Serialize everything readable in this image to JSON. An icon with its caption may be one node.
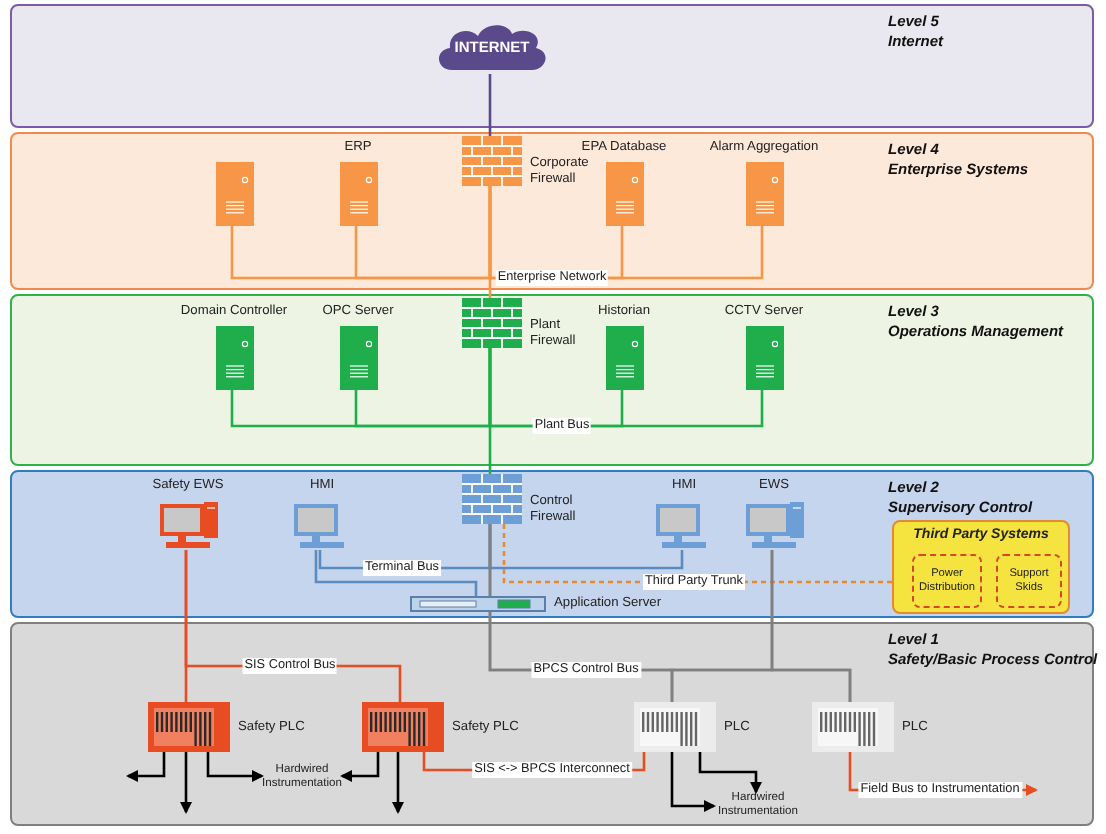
{
  "diagram": {
    "nodes": [
      {
        "text": [
          "Level 5",
          "Internet"
        ]
      },
      {
        "text": [
          "INTERNET"
        ],
        "in": 0
      },
      {
        "text": [
          "Level 4",
          "Enterprise Systems"
        ]
      },
      {
        "text": [],
        "shape": "server",
        "in": 2
      },
      {
        "text": [
          "ERP"
        ],
        "in": 2
      },
      {
        "text": [
          "Corporate Firewall"
        ],
        "in": 2
      },
      {
        "text": [
          "EPA Database"
        ],
        "in": 2
      },
      {
        "text": [
          "Alarm Aggregation"
        ],
        "in": 2
      },
      {
        "text": [
          "Level 3",
          "Operations Management"
        ]
      },
      {
        "text": [
          "Domain Controller"
        ],
        "in": 8
      },
      {
        "text": [
          "OPC Server"
        ],
        "in": 8
      },
      {
        "text": [
          "Plant Firewall"
        ],
        "in": 8
      },
      {
        "text": [
          "Historian"
        ],
        "in": 8
      },
      {
        "text": [
          "CCTV Server"
        ],
        "in": 8
      },
      {
        "text": [
          "Level 2",
          "Supervisory Control"
        ]
      },
      {
        "text": [
          "Safety EWS"
        ],
        "in": 14
      },
      {
        "text": [
          "HMI"
        ],
        "in": 14
      },
      {
        "text": [
          "Control Firewall"
        ],
        "in": 14
      },
      {
        "text": [
          "HMI"
        ],
        "in": 14
      },
      {
        "text": [
          "EWS"
        ],
        "in": 14
      },
      {
        "text": [
          "Third Party Systems"
        ],
        "in": 14
      },
      {
        "text": [
          "Power Distribution"
        ],
        "in": 20
      },
      {
        "text": [
          "Support Skids"
        ],
        "in": 20
      },
      {
        "text": [
          "Application Server"
        ],
        "in": 14
      },
      {
        "text": [
          "Level 1",
          "Safety/Basic Process Control"
        ]
      },
      {
        "text": [
          "Safety PLC"
        ],
        "in": 24
      },
      {
        "text": [
          "Safety PLC"
        ],
        "in": 24
      },
      {
        "text": [
          "PLC"
        ],
        "in": 24
      },
      {
        "text": [
          "PLC"
        ],
        "in": 24
      },
      {
        "text": [
          "Hardwired Instrumentation"
        ],
        "in": 24
      },
      {
        "text": [
          "Hardwired Instrumentation"
        ],
        "in": 24
      }
    ],
    "edges": [
      {
        "from": 1,
        "to": 5,
        "arrow": "none",
        "color": "#5b4a8b"
      },
      {
        "from": 3,
        "to": 5,
        "arrow": "none",
        "color": "#f79646"
      },
      {
        "from": 4,
        "to": 5,
        "arrow": "none",
        "color": "#f79646"
      },
      {
        "from": 6,
        "to": 5,
        "arrow": "none",
        "color": "#f79646",
        "label": "Enterprise Network"
      },
      {
        "from": 7,
        "to": 5,
        "arrow": "none",
        "color": "#f79646"
      },
      {
        "from": 5,
        "to": 11,
        "arrow": "none",
        "color": "#f79646"
      },
      {
        "from": 9,
        "to": 11,
        "arrow": "none",
        "color": "#1fae4b"
      },
      {
        "from": 10,
        "to": 11,
        "arrow": "none",
        "color": "#1fae4b"
      },
      {
        "from": 12,
        "to": 11,
        "arrow": "none",
        "color": "#1fae4b",
        "label": "Plant Bus"
      },
      {
        "from": 13,
        "to": 11,
        "arrow": "none",
        "color": "#1fae4b"
      },
      {
        "from": 11,
        "to": 17,
        "arrow": "none",
        "color": "#1fae4b"
      },
      {
        "from": 16,
        "to": 17,
        "arrow": "none",
        "color": "#5b8cc0",
        "label": "Terminal Bus"
      },
      {
        "from": 18,
        "to": 17,
        "arrow": "none",
        "color": "#5b8cc0"
      },
      {
        "from": 16,
        "to": 23,
        "arrow": "none",
        "color": "#5b8cc0"
      },
      {
        "from": 17,
        "to": 20,
        "arrow": "none",
        "style": "dashed",
        "color": "#e58a2e",
        "label": "Third Party Trunk"
      },
      {
        "from": 15,
        "to": 25,
        "arrow": "none",
        "color": "#e84c22"
      },
      {
        "from": 15,
        "to": 26,
        "arrow": "none",
        "color": "#e84c22",
        "label": "SIS Control Bus"
      },
      {
        "from": 17,
        "to": 27,
        "arrow": "none",
        "color": "#808080",
        "label": "BPCS Control Bus"
      },
      {
        "from": 17,
        "to": 28,
        "arrow": "none",
        "color": "#808080"
      },
      {
        "from": 19,
        "to": 27,
        "arrow": "none",
        "color": "#808080"
      },
      {
        "from": 19,
        "to": 28,
        "arrow": "none",
        "color": "#808080"
      },
      {
        "from": 26,
        "to": 27,
        "arrow": "none",
        "color": "#e84c22",
        "label": "SIS <-> BPCS Interconnect"
      },
      {
        "from": 25,
        "to": null,
        "arrow": "to"
      },
      {
        "from": 25,
        "to": null,
        "arrow": "to"
      },
      {
        "from": 25,
        "to": 29,
        "arrow": "to"
      },
      {
        "from": 26,
        "to": 29,
        "arrow": "to"
      },
      {
        "from": 26,
        "to": null,
        "arrow": "to"
      },
      {
        "from": 27,
        "to": 30,
        "arrow": "to"
      },
      {
        "from": 27,
        "to": 30,
        "arrow": "to"
      },
      {
        "from": 28,
        "to": null,
        "arrow": "to",
        "color": "#e84c22",
        "label": "Field Bus to Instrumentation"
      }
    ]
  }
}
